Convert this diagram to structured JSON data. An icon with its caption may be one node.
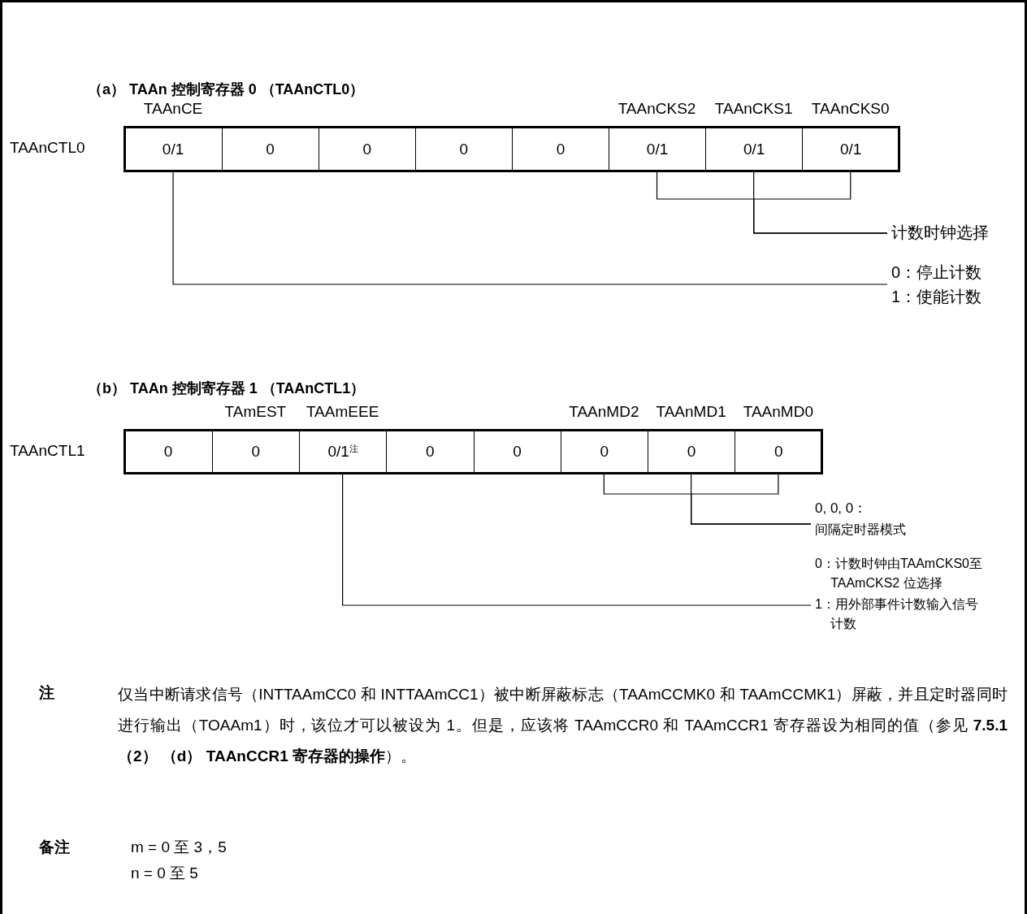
{
  "diagram": {
    "nodes": [
      {
        "text": [
          "0/1"
        ],
        "beside": [
          "TAAnCE"
        ]
      },
      {
        "text": [
          "0"
        ]
      },
      {
        "text": [
          "0"
        ]
      },
      {
        "text": [
          "0"
        ]
      },
      {
        "text": [
          "0"
        ]
      },
      {
        "text": [
          "0/1"
        ],
        "beside": [
          "TAAnCKS2"
        ]
      },
      {
        "text": [
          "0/1"
        ],
        "beside": [
          "TAAnCKS1"
        ]
      },
      {
        "text": [
          "0/1"
        ],
        "beside": [
          "TAAnCKS0"
        ]
      },
      {
        "text": [
          "计数时钟选择"
        ]
      },
      {
        "text": [
          "0：停止计数",
          "1：使能计数"
        ]
      },
      {
        "text": [
          "0"
        ]
      },
      {
        "text": [
          "0"
        ],
        "beside": [
          "TAmEST"
        ]
      },
      {
        "text": [
          "0/1$^{注}$"
        ],
        "beside": [
          "TAAmEEE"
        ]
      },
      {
        "text": [
          "0"
        ]
      },
      {
        "text": [
          "0"
        ]
      },
      {
        "text": [
          "0"
        ],
        "beside": [
          "TAAnMD2"
        ]
      },
      {
        "text": [
          "0"
        ],
        "beside": [
          "TAAnMD1"
        ]
      },
      {
        "text": [
          "0"
        ],
        "beside": [
          "TAAnMD0"
        ]
      },
      {
        "text": [
          "0, 0, 0：",
          "间隔定时器模式"
        ]
      },
      {
        "text": [
          "0：计数时钟由TAAmCKS0至TAAmCKS2 位选择",
          "1：用外部事件计数输入信号计数"
        ]
      }
    ],
    "edges": [
      {
        "from": 5,
        "to": 8,
        "arrow": "none"
      },
      {
        "from": 6,
        "to": 8,
        "arrow": "none"
      },
      {
        "from": 7,
        "to": 8,
        "arrow": "none"
      },
      {
        "from": 0,
        "to": 9,
        "arrow": "none"
      },
      {
        "from": 15,
        "to": 18,
        "arrow": "none"
      },
      {
        "from": 16,
        "to": 18,
        "arrow": "none"
      },
      {
        "from": 17,
        "to": 18,
        "arrow": "none"
      },
      {
        "from": 12,
        "to": 19,
        "arrow": "none"
      }
    ],
    "labels": [
      "（a） TAAn 控制寄存器 0 （TAAnCTL0）",
      "TAAnCTL0",
      "（b） TAAn 控制寄存器 1 （TAAnCTL1）",
      "TAAnCTL1",
      "注",
      "仅当中断请求信号（INTTAAmCC0 和 INTTAAmCC1）被中断屏蔽标志（TAAmCCMK0 和 TAAmCCMK1）屏蔽，并且定时器同时进行输出（TOAAm1）时，该位才可以被设为 1。但是，应该将 TAAmCCR0 和 TAAmCCR1 寄存器设为相同的值（参见 **7.5.1 （2） （d） TAAnCCR1 寄存器的操作**）。",
      "备注",
      "m = 0 至 3，5",
      "n = 0 至 5"
    ]
  }
}
